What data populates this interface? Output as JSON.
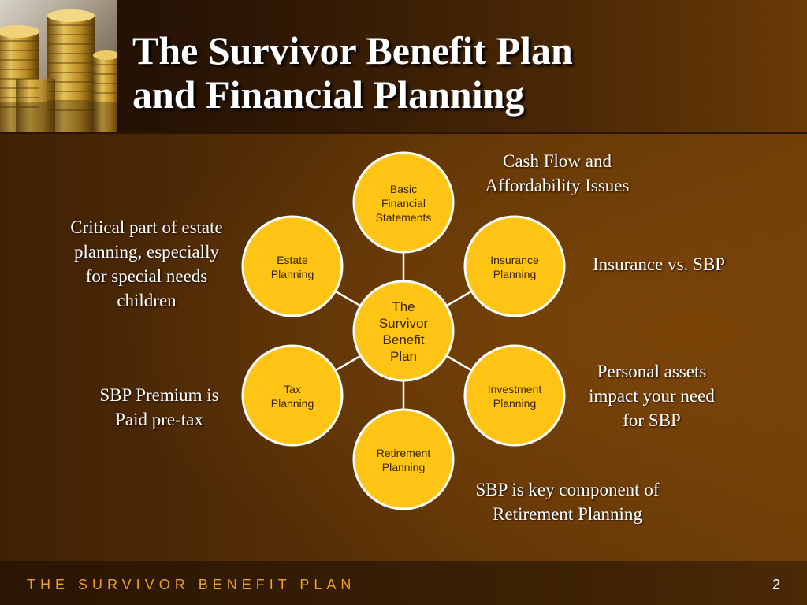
{
  "title": {
    "line1": "The Survivor Benefit Plan",
    "line2": "and Financial Planning"
  },
  "diagram": {
    "center": {
      "lines": [
        "The",
        "Survivor",
        "Benefit",
        "Plan"
      ]
    },
    "nodes": [
      {
        "id": "basic",
        "lines": [
          "Basic",
          "Financial",
          "Statements"
        ]
      },
      {
        "id": "insurance",
        "lines": [
          "Insurance",
          "Planning"
        ]
      },
      {
        "id": "investment",
        "lines": [
          "Investment",
          "Planning"
        ]
      },
      {
        "id": "retirement",
        "lines": [
          "Retirement",
          "Planning"
        ]
      },
      {
        "id": "tax",
        "lines": [
          "Tax",
          "Planning"
        ]
      },
      {
        "id": "estate",
        "lines": [
          "Estate",
          "Planning"
        ]
      }
    ]
  },
  "annotations": {
    "cash_flow": [
      "Cash Flow and",
      "Affordability Issues"
    ],
    "insurance": [
      "Insurance vs. SBP"
    ],
    "investment": [
      "Personal assets",
      "impact your need",
      "for SBP"
    ],
    "retirement": [
      "SBP is key component of",
      "Retirement Planning"
    ],
    "tax": [
      "SBP Premium is",
      "Paid pre-tax"
    ],
    "estate": [
      "Critical part of estate",
      "planning, especially",
      "for special needs",
      "children"
    ]
  },
  "footer": {
    "text": "THE SURVIVOR BENEFIT PLAN",
    "page_number": "2"
  },
  "colors": {
    "node_fill": "#ffc414",
    "node_stroke": "#ffffff",
    "accent": "#e8a31f"
  },
  "icons": {
    "header_image": "gold-coin-stacks"
  }
}
